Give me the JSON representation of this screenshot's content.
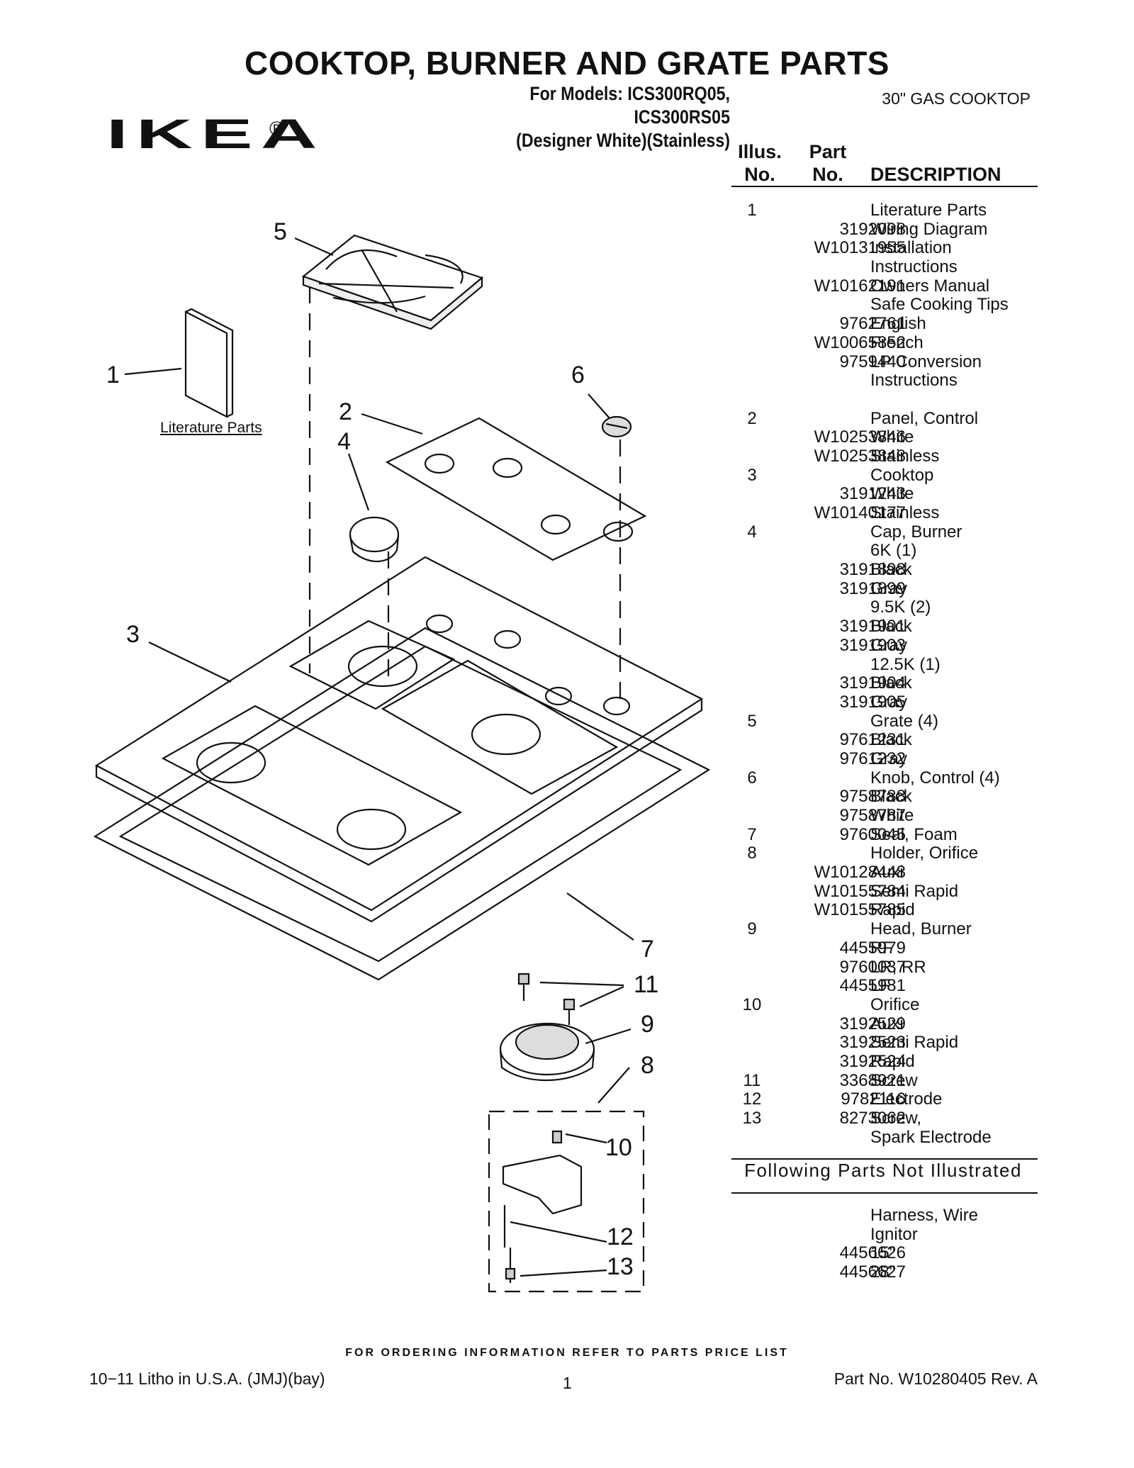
{
  "header": {
    "title": "COOKTOP, BURNER AND GRATE PARTS",
    "models_line1": "For Models: ICS300RQ05, ICS300RS05",
    "models_line2": "(Designer White)(Stainless)",
    "cooktop_type": "30\" GAS COOKTOP",
    "brand": "IKEA",
    "registered_mark": "®"
  },
  "table_header": {
    "illus_line1": "Illus.",
    "illus_line2": "No.",
    "part_line1": "Part",
    "part_line2": "No.",
    "description": "DESCRIPTION"
  },
  "parts": [
    {
      "illus": "1",
      "part": "",
      "desc": "Literature Parts"
    },
    {
      "illus": "",
      "part": "3192098",
      "desc": "Wiring Diagram"
    },
    {
      "illus": "",
      "part": "W10131955",
      "desc": "Installation"
    },
    {
      "illus": "",
      "part": "",
      "desc": "Instructions"
    },
    {
      "illus": "",
      "part": "W10162191",
      "desc": "Owners Manual"
    },
    {
      "illus": "",
      "part": "",
      "desc": "Safe Cooking Tips"
    },
    {
      "illus": "",
      "part": "9762761",
      "desc": "English"
    },
    {
      "illus": "",
      "part": "W10065852",
      "desc": "French"
    },
    {
      "illus": "",
      "part": "9759440",
      "desc": "LP Conversion"
    },
    {
      "illus": "",
      "part": "",
      "desc": "Instructions"
    },
    {
      "illus": "",
      "part": "",
      "desc": ""
    },
    {
      "illus": "2",
      "part": "",
      "desc": "Panel, Control"
    },
    {
      "illus": "",
      "part": "W10253846",
      "desc": "White"
    },
    {
      "illus": "",
      "part": "W10253848",
      "desc": "Stainless"
    },
    {
      "illus": "3",
      "part": "",
      "desc": "Cooktop"
    },
    {
      "illus": "",
      "part": "3191243",
      "desc": "White"
    },
    {
      "illus": "",
      "part": "W10140177",
      "desc": "Stainless"
    },
    {
      "illus": "4",
      "part": "",
      "desc": "Cap, Burner"
    },
    {
      "illus": "",
      "part": "",
      "desc": "6K (1)"
    },
    {
      "illus": "",
      "part": "3191898",
      "desc": "Black"
    },
    {
      "illus": "",
      "part": "3191899",
      "desc": "Gray"
    },
    {
      "illus": "",
      "part": "",
      "desc": "9.5K (2)"
    },
    {
      "illus": "",
      "part": "3191901",
      "desc": "Black"
    },
    {
      "illus": "",
      "part": "3191903",
      "desc": "Gray"
    },
    {
      "illus": "",
      "part": "",
      "desc": "12.5K (1)"
    },
    {
      "illus": "",
      "part": "3191904",
      "desc": "Black"
    },
    {
      "illus": "",
      "part": "3191905",
      "desc": "Gray"
    },
    {
      "illus": "5",
      "part": "",
      "desc": "Grate (4)"
    },
    {
      "illus": "",
      "part": "9761231",
      "desc": "Black"
    },
    {
      "illus": "",
      "part": "9761232",
      "desc": "Gray"
    },
    {
      "illus": "6",
      "part": "",
      "desc": "Knob, Control (4)"
    },
    {
      "illus": "",
      "part": "9758788",
      "desc": "Black"
    },
    {
      "illus": "",
      "part": "9758787",
      "desc": "White"
    },
    {
      "illus": "7",
      "part": "9760045",
      "desc": "Seal, Foam"
    },
    {
      "illus": "8",
      "part": "",
      "desc": "Holder, Orifice"
    },
    {
      "illus": "",
      "part": "W10128448",
      "desc": "Auxi"
    },
    {
      "illus": "",
      "part": "W10155784",
      "desc": "Semi Rapid"
    },
    {
      "illus": "",
      "part": "W10155785",
      "desc": "Rapid"
    },
    {
      "illus": "9",
      "part": "",
      "desc": "Head, Burner"
    },
    {
      "illus": "",
      "part": "4455979",
      "desc": "RF"
    },
    {
      "illus": "",
      "part": "9760037",
      "desc": "LR, RR"
    },
    {
      "illus": "",
      "part": "4455981",
      "desc": "LF"
    },
    {
      "illus": "10",
      "part": "",
      "desc": "Orifice"
    },
    {
      "illus": "",
      "part": "3192529",
      "desc": "Auxi"
    },
    {
      "illus": "",
      "part": "3192523",
      "desc": "Semi Rapid"
    },
    {
      "illus": "",
      "part": "3192524",
      "desc": "Rapid"
    },
    {
      "illus": "11",
      "part": "3368921",
      "desc": "Screw"
    },
    {
      "illus": "12",
      "part": "9782116",
      "desc": "Electrode"
    },
    {
      "illus": "13",
      "part": "8273062",
      "desc": "Screw,"
    },
    {
      "illus": "",
      "part": "",
      "desc": "Spark Electrode"
    }
  ],
  "not_illustrated": {
    "title": "Following Parts Not Illustrated",
    "items": [
      {
        "part": "",
        "desc": "Harness, Wire"
      },
      {
        "part": "",
        "desc": "Ignitor"
      },
      {
        "part": "4456626",
        "desc": "15\""
      },
      {
        "part": "4456627",
        "desc": "28\""
      }
    ]
  },
  "diagram": {
    "literature_label": "Literature Parts",
    "callouts": [
      "1",
      "2",
      "3",
      "4",
      "5",
      "6",
      "7",
      "8",
      "9",
      "10",
      "11",
      "12",
      "13"
    ]
  },
  "footer": {
    "ordering_note": "FOR ORDERING INFORMATION REFER TO PARTS PRICE LIST",
    "litho": "10−11 Litho in U.S.A. (JMJ)(bay)",
    "page_number": "1",
    "part_number": "Part No. W10280405 Rev. A"
  }
}
